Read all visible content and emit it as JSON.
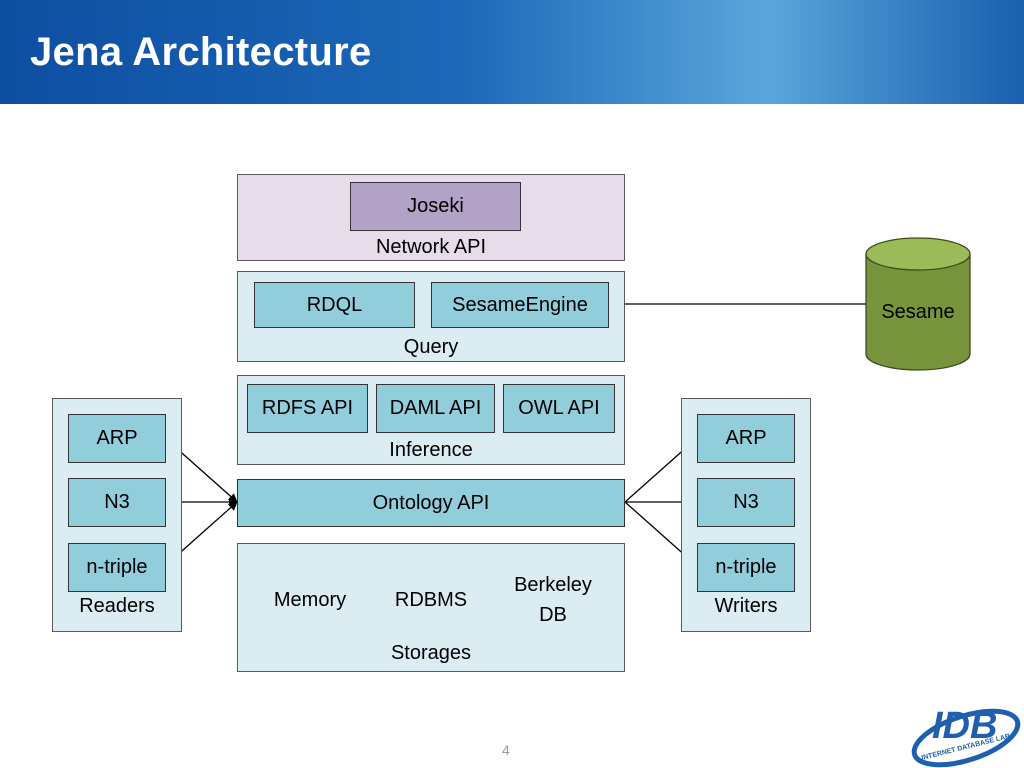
{
  "slide": {
    "title": "Jena Architecture",
    "page_number": "4"
  },
  "network": {
    "joseki": "Joseki",
    "caption": "Network API"
  },
  "query": {
    "rdql": "RDQL",
    "sesame_engine": "SesameEngine",
    "caption": "Query"
  },
  "inference": {
    "rdfs": "RDFS API",
    "daml": "DAML API",
    "owl": "OWL API",
    "caption": "Inference"
  },
  "ontology": {
    "label": "Ontology API"
  },
  "storages": {
    "memory": "Memory",
    "rdbms": "RDBMS",
    "berkeley_line1": "Berkeley",
    "berkeley_line2": "DB",
    "caption": "Storages"
  },
  "readers": {
    "arp": "ARP",
    "n3": "N3",
    "ntriple": "n-triple",
    "caption": "Readers"
  },
  "writers": {
    "arp": "ARP",
    "n3": "N3",
    "ntriple": "n-triple",
    "caption": "Writers"
  },
  "sesame": {
    "label": "Sesame"
  },
  "logo": {
    "text": "IDB",
    "ring_text": "INTERNET DATABASE LAB"
  },
  "colors": {
    "panel_bg": "#dbecf3",
    "box_bg": "#92cddc",
    "network_bg": "#e6dcea",
    "joseki_bg": "#b2a2c8",
    "sesame_fill": "#77933c"
  }
}
